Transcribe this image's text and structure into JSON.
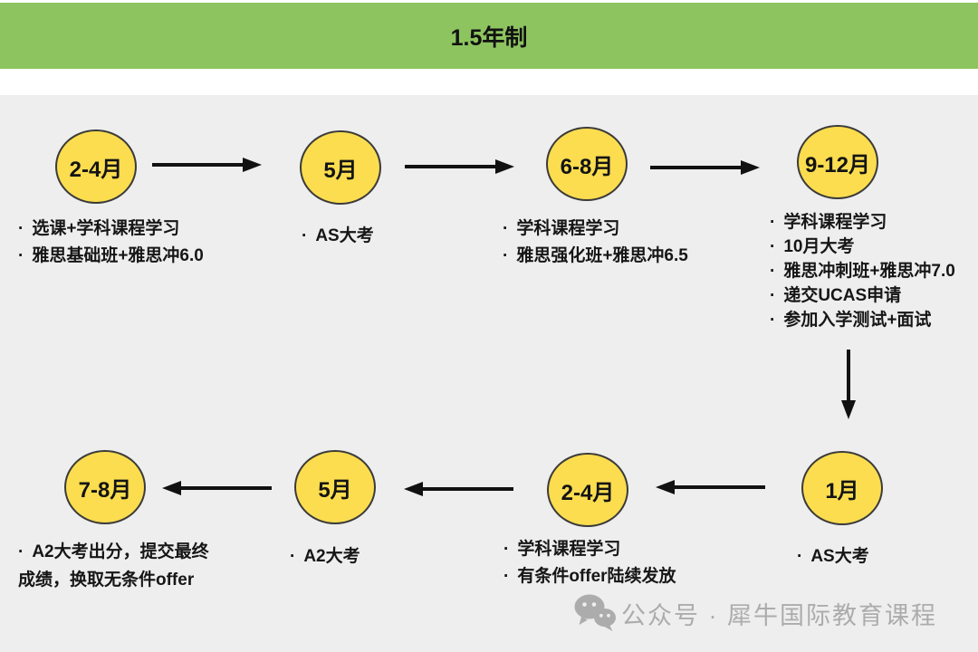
{
  "header": {
    "title": "1.5年制"
  },
  "bullet_char": "·",
  "steps": [
    {
      "label": "2-4月",
      "items": [
        "选课+学科课程学习",
        "雅思基础班+雅思冲6.0"
      ]
    },
    {
      "label": "5月",
      "items": [
        "AS大考"
      ]
    },
    {
      "label": "6-8月",
      "items": [
        "学科课程学习",
        "雅思强化班+雅思冲6.5"
      ]
    },
    {
      "label": "9-12月",
      "items": [
        "学科课程学习",
        "10月大考",
        "雅思冲刺班+雅思冲7.0",
        "递交UCAS申请",
        "参加入学测试+面试"
      ]
    },
    {
      "label": "1月",
      "items": [
        "AS大考"
      ]
    },
    {
      "label": "2-4月",
      "items": [
        "学科课程学习",
        "有条件offer陆续发放"
      ]
    },
    {
      "label": "5月",
      "items": [
        "A2大考"
      ]
    },
    {
      "label": "7-8月",
      "items": [
        "A2大考出分，提交最终成绩，换取无条件offer"
      ]
    }
  ],
  "watermark": {
    "text": "公众号 · 犀牛国际教育课程"
  },
  "colors": {
    "header_green": "#8dc45f",
    "circle_yellow": "#fbdd4f",
    "circle_border": "#3b3b3b",
    "background_gray": "#eeeeee",
    "arrow_black": "#111111",
    "watermark_gray": "#acacac"
  }
}
